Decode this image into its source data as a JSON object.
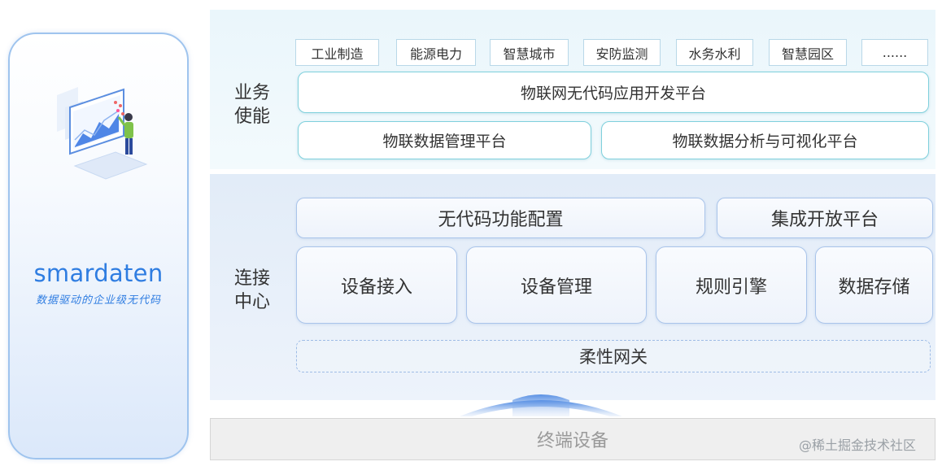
{
  "brand": {
    "name": "smardaten",
    "slogan": "数据驱动的企业级无代码"
  },
  "business": {
    "label_line1": "业务",
    "label_line2": "使能",
    "industries": [
      "工业制造",
      "能源电力",
      "智慧城市",
      "安防监测",
      "水务水利",
      "智慧园区",
      "......"
    ],
    "platform_main": "物联网无代码应用开发平台",
    "platform_data_mgmt": "物联数据管理平台",
    "platform_data_analysis": "物联数据分析与可视化平台"
  },
  "connect": {
    "label_line1": "连接",
    "label_line2": "中心",
    "no_code_config": "无代码功能配置",
    "integration_platform": "集成开放平台",
    "modules": [
      "设备接入",
      "设备管理",
      "规则引擎",
      "数据存储"
    ],
    "gateway": "柔性网关"
  },
  "terminal": "终端设备",
  "watermark": "@稀土掘金技术社区",
  "colors": {
    "brand_blue": "#2f7de1",
    "teal_border": "#7fd0dc",
    "blue_border": "#a9c4ea"
  }
}
